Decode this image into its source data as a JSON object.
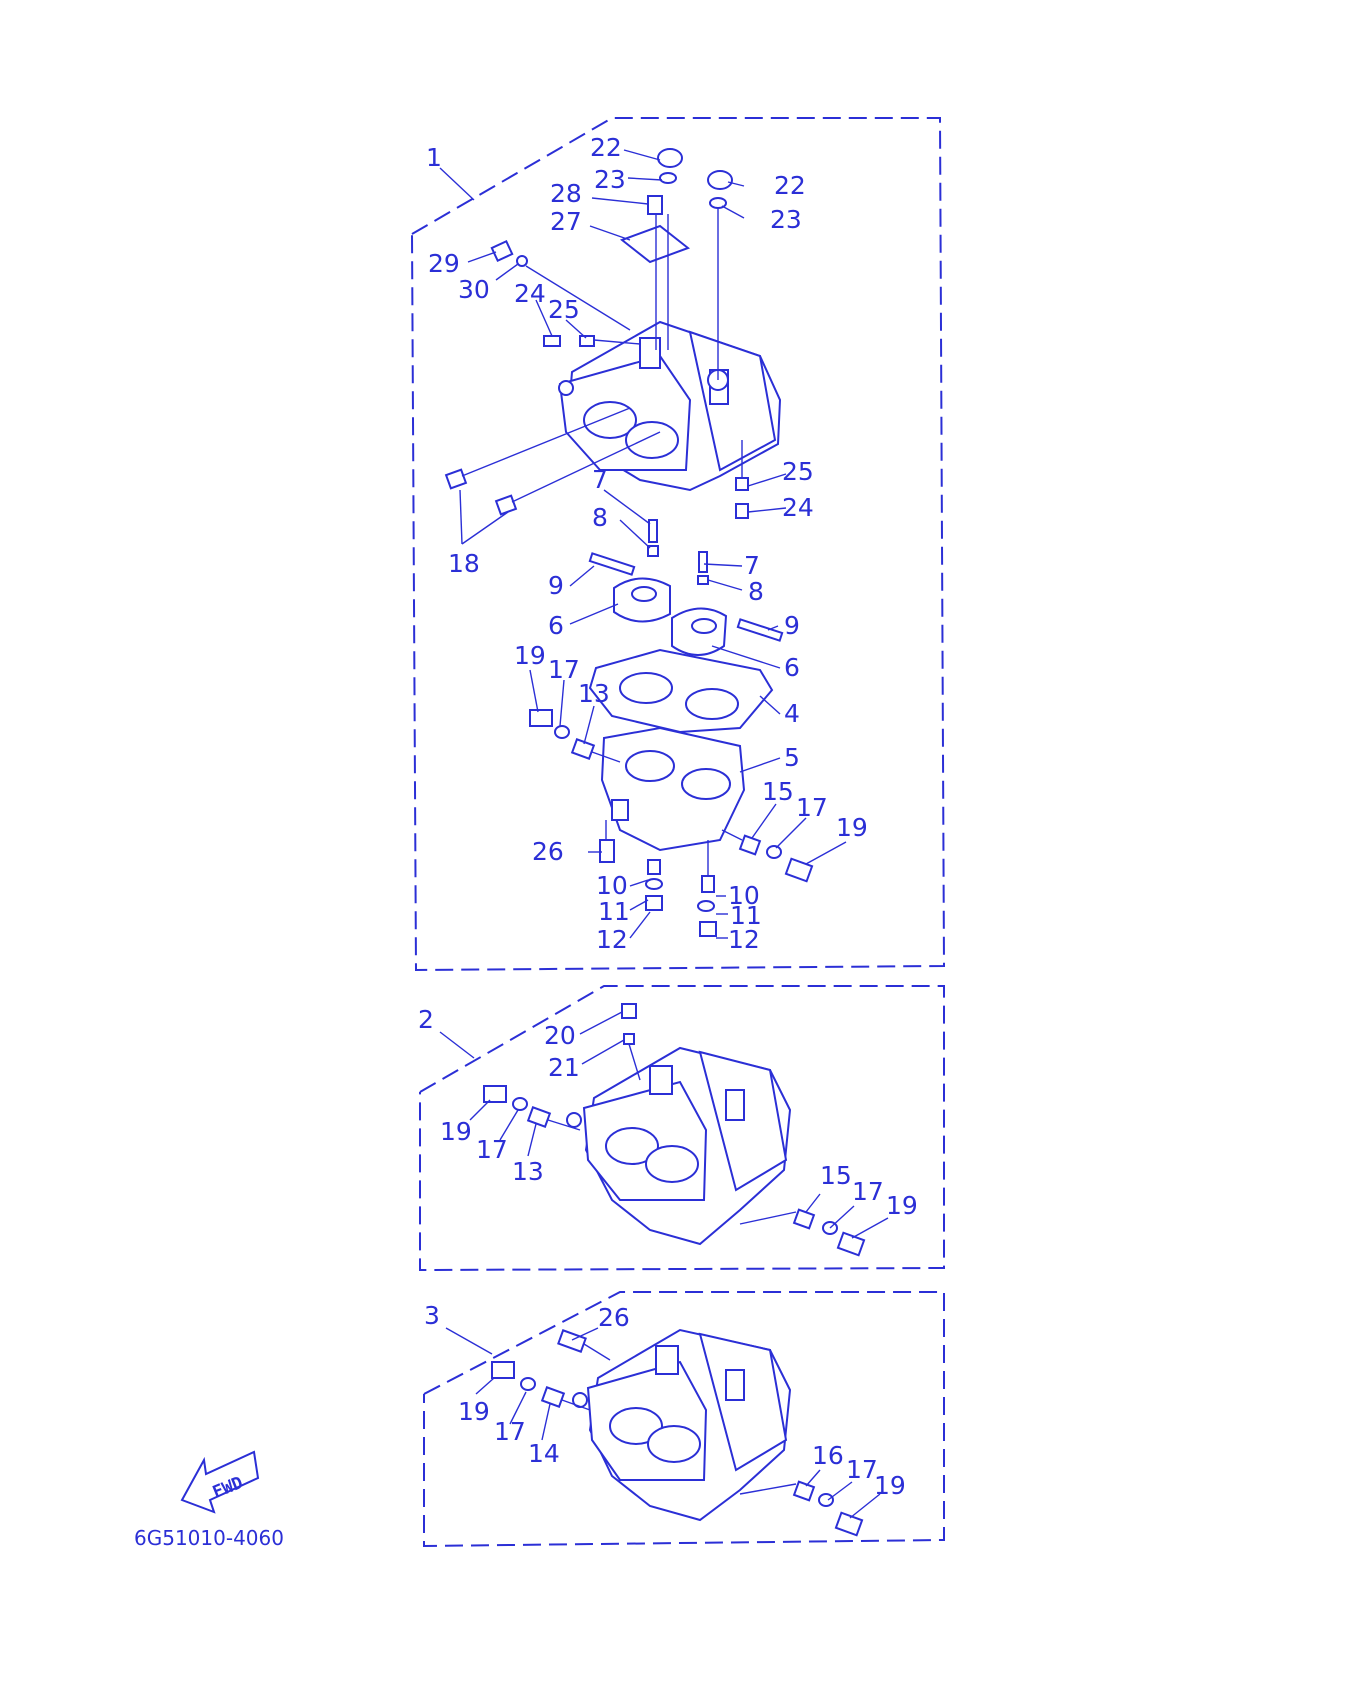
{
  "diagram_code": "6G51010-4060",
  "fwd_label": "FWD",
  "accent_color": "#2b2fd6",
  "assemblies": [
    {
      "id": "1",
      "callouts": [
        "22",
        "23",
        "22",
        "23",
        "28",
        "27",
        "29",
        "30",
        "24",
        "25",
        "25",
        "24",
        "18",
        "7",
        "8",
        "7",
        "8",
        "9",
        "9",
        "6",
        "6",
        "19",
        "17",
        "13",
        "4",
        "5",
        "15",
        "17",
        "19",
        "26",
        "10",
        "11",
        "12",
        "10",
        "11",
        "12"
      ]
    },
    {
      "id": "2",
      "callouts": [
        "20",
        "21",
        "19",
        "17",
        "13",
        "15",
        "17",
        "19"
      ]
    },
    {
      "id": "3",
      "callouts": [
        "26",
        "19",
        "17",
        "14",
        "16",
        "17",
        "19"
      ]
    }
  ]
}
